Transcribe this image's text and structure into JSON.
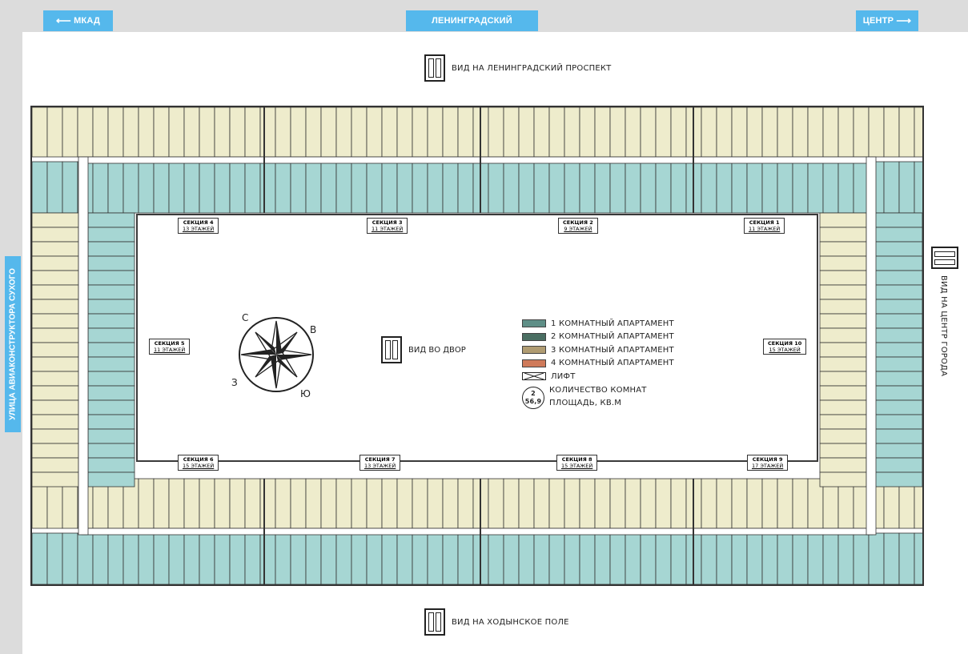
{
  "nav": {
    "mkad": {
      "label": "МКАД",
      "arrow": "⟵"
    },
    "center": {
      "label": "ЦЕНТР",
      "arrow": "⟶"
    },
    "leningrad": {
      "label": "ЛЕНИНГРАДСКИЙ ПРОСПЕКТ"
    }
  },
  "street_left": "УЛИЦА АВИАКОНСТРУКТОРА СУХОГО",
  "views": {
    "top": "ВИД НА ЛЕНИНГРАДСКИЙ ПРОСПЕКТ",
    "bottom": "ВИД НА ХОДЫНСКОЕ ПОЛЕ",
    "right": "ВИД НА ЦЕНТР ГОРОДА",
    "court": "ВИД ВО ДВОР"
  },
  "sections": [
    {
      "name": "СЕКЦИЯ 4",
      "floors": "13 ЭТАЖЕЙ"
    },
    {
      "name": "СЕКЦИЯ 3",
      "floors": "11 ЭТАЖЕЙ"
    },
    {
      "name": "СЕКЦИЯ 2",
      "floors": "9 ЭТАЖЕЙ"
    },
    {
      "name": "СЕКЦИЯ 1",
      "floors": "11 ЭТАЖЕЙ"
    },
    {
      "name": "СЕКЦИЯ 5",
      "floors": "11 ЭТАЖЕЙ"
    },
    {
      "name": "СЕКЦИЯ 10",
      "floors": "15 ЭТАЖЕЙ"
    },
    {
      "name": "СЕКЦИЯ 6",
      "floors": "15 ЭТАЖЕЙ"
    },
    {
      "name": "СЕКЦИЯ 7",
      "floors": "13 ЭТАЖЕЙ"
    },
    {
      "name": "СЕКЦИЯ 8",
      "floors": "15 ЭТАЖЕЙ"
    },
    {
      "name": "СЕКЦИЯ 9",
      "floors": "17 ЭТАЖЕЙ"
    }
  ],
  "legend": {
    "items": [
      {
        "label": "1 КОМНАТНЫЙ АПАРТАМЕНТ",
        "color": "#5f8f87"
      },
      {
        "label": "2 КОМНАТНЫЙ АПАРТАМЕНТ",
        "color": "#4a6e62"
      },
      {
        "label": "3 КОМНАТНЫЙ АПАРТАМЕНТ",
        "color": "#b09c72"
      },
      {
        "label": "4 КОМНАТНЫЙ АПАРТАМЕНТ",
        "color": "#cf7a5a"
      }
    ],
    "lift": "ЛИФТ",
    "count_line1": "КОЛИЧЕСТВО КОМНАТ",
    "count_line2": "ПЛОЩАДЬ, КВ.М",
    "count_example_rooms": "2",
    "count_example_area": "56,9"
  },
  "compass": {
    "n": "С",
    "e": "В",
    "s": "Ю",
    "w": "З"
  },
  "plan_colors": {
    "one_room": "#a6d6d3",
    "two_room": "#6fb6b0",
    "three_room": "#eeeccc",
    "four_room": "#f3c8a8",
    "corridor": "#ffffff",
    "wall": "#333333"
  }
}
